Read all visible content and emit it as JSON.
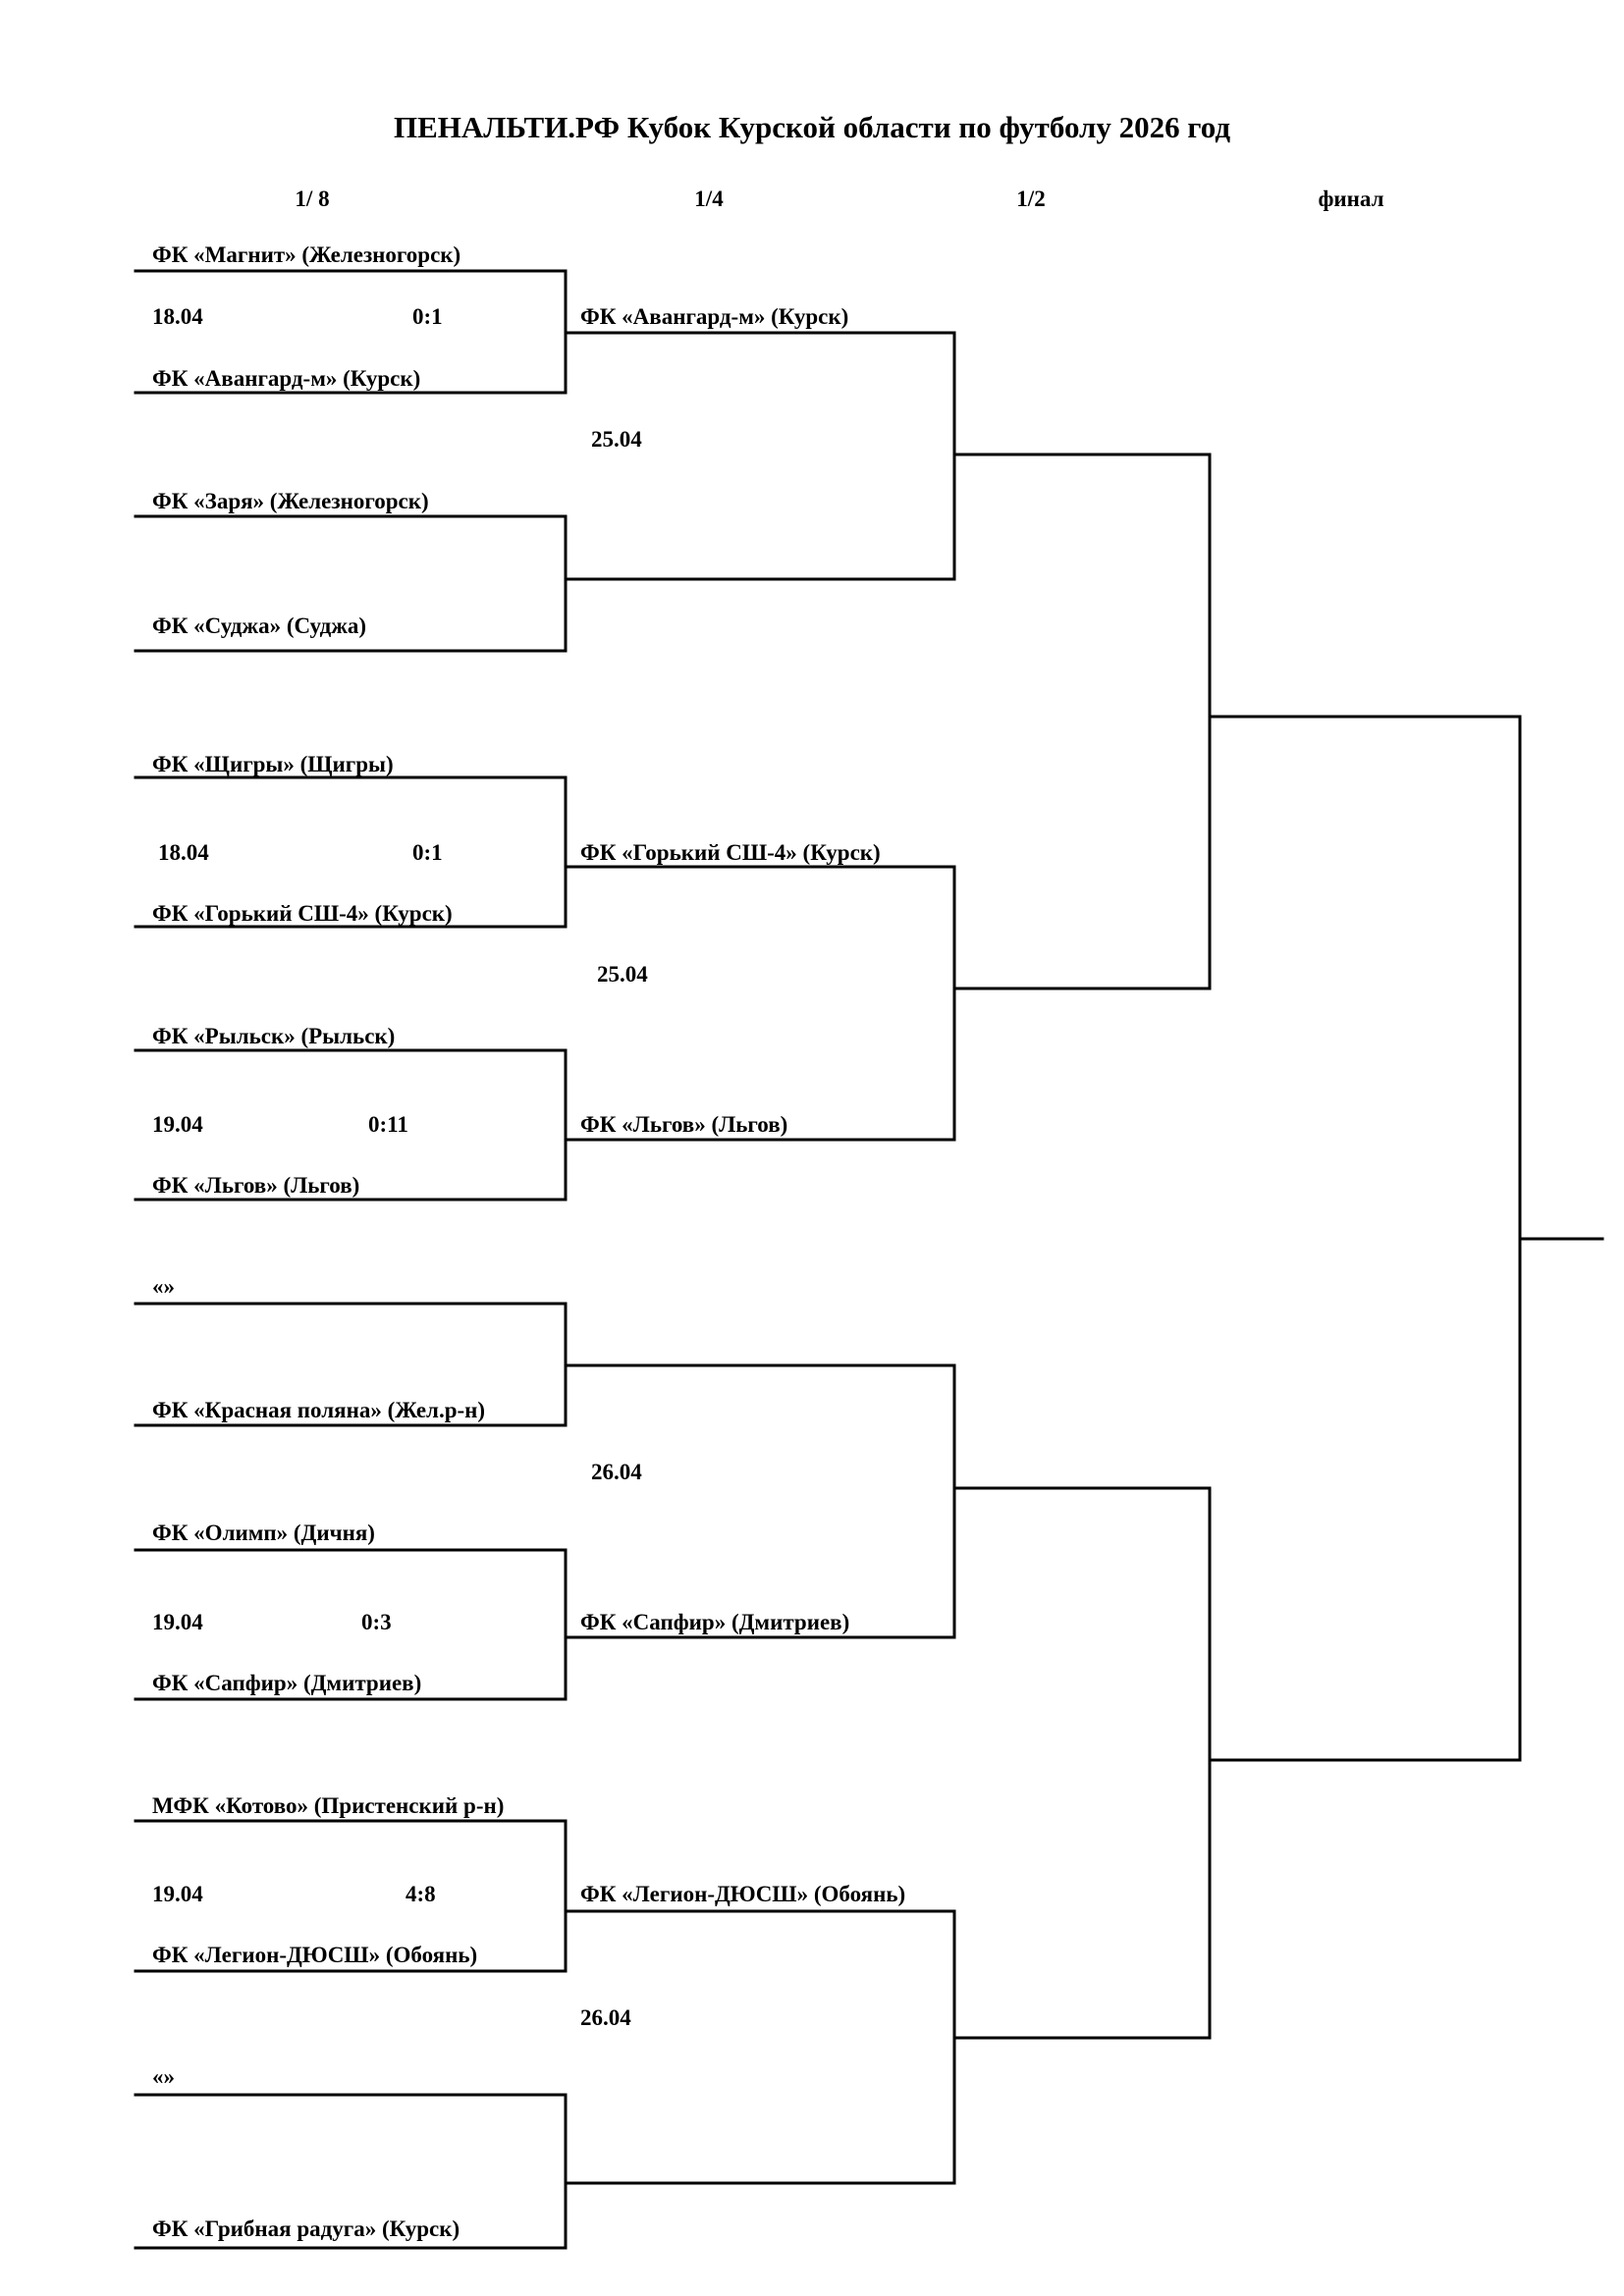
{
  "title": "ПЕНАЛЬТИ.РФ Кубок Курской области по футболу 2026 год",
  "rounds": [
    "1/ 8",
    "1/4",
    "1/2",
    "финал"
  ],
  "r16": [
    {
      "top": "ФК «Магнит» (Железногорск)",
      "bottom": "ФК «Авангард-м» (Курск)",
      "date": "18.04",
      "score": "0:1"
    },
    {
      "top": "ФК «Заря» (Железногорск)",
      "bottom": "ФК «Суджа» (Суджа)",
      "date": "",
      "score": ""
    },
    {
      "top": "ФК «Щигры» (Щигры)",
      "bottom": "ФК «Горький СШ-4» (Курск)",
      "date": "18.04",
      "score": "0:1"
    },
    {
      "top": "ФК «Рыльск» (Рыльск)",
      "bottom": "ФК «Льгов» (Льгов)",
      "date": "19.04",
      "score": "0:11"
    },
    {
      "top": "«»",
      "bottom": "ФК «Красная поляна» (Жел.р-н)",
      "date": "",
      "score": ""
    },
    {
      "top": "ФК «Олимп» (Дичня)",
      "bottom": "ФК «Сапфир» (Дмитриев)",
      "date": "19.04",
      "score": "0:3"
    },
    {
      "top": "МФК «Котово» (Пристенский р-н)",
      "bottom": "ФК «Легион-ДЮСШ» (Обоянь)",
      "date": "19.04",
      "score": "4:8"
    },
    {
      "top": "«»",
      "bottom": "ФК «Грибная радуга» (Курск)",
      "date": "",
      "score": ""
    }
  ],
  "qf": [
    {
      "top": "ФК «Авангард-м» (Курск)",
      "bottom": "",
      "date": "25.04"
    },
    {
      "top": "ФК «Горький СШ-4» (Курск)",
      "bottom": "ФК «Льгов» (Льгов)",
      "date": "25.04"
    },
    {
      "top": "",
      "bottom": "ФК «Сапфир» (Дмитриев)",
      "date": "26.04"
    },
    {
      "top": "ФК «Легион-ДЮСШ» (Обоянь)",
      "bottom": "",
      "date": "26.04"
    }
  ]
}
